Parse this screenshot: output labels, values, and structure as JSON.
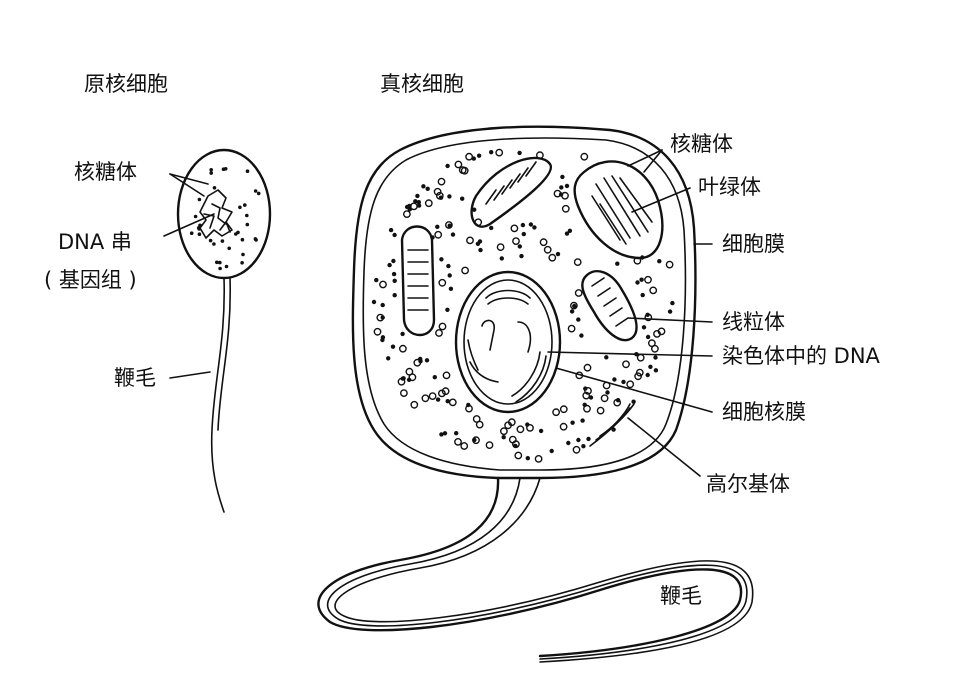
{
  "prokaryote": {
    "title": "原核细胞",
    "labels": {
      "ribosome": "核糖体",
      "dna": "DNA 串",
      "genome": "( 基因组 )",
      "flagellum": "鞭毛"
    }
  },
  "eukaryote": {
    "title": "真核细胞",
    "labels": {
      "ribosome": "核糖体",
      "chloroplast": "叶绿体",
      "cell_membrane": "细胞膜",
      "mitochondria": "线粒体",
      "chromosome_dna": "染色体中的 DNA",
      "nuclear_membrane": "细胞核膜",
      "golgi": "高尔基体",
      "flagellum": "鞭毛"
    }
  }
}
